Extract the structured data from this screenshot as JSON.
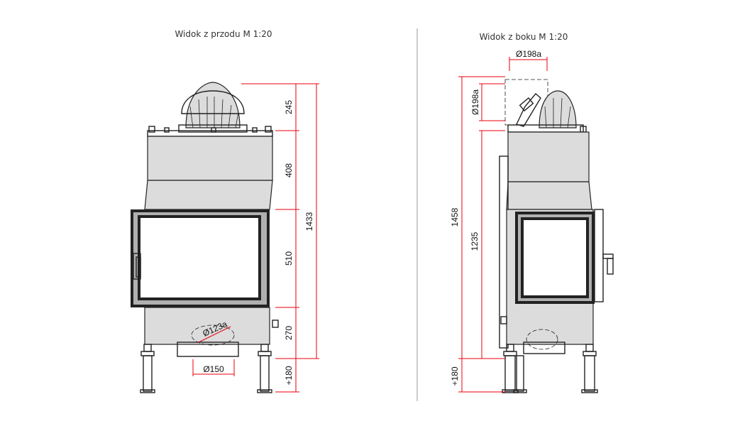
{
  "front_view": {
    "title": "Widok z przodu M 1:20",
    "dims": {
      "d245": "245",
      "d408": "408",
      "d510": "510",
      "d270": "270",
      "d1433": "1433",
      "d180": "+180",
      "phi123": "Ø123a",
      "phi150": "Ø150"
    }
  },
  "side_view": {
    "title": "Widok z boku M 1:20",
    "dims": {
      "phi198_top": "Ø198a",
      "phi198_side": "Ø198a",
      "d1458": "1458",
      "d1235": "1235",
      "d180": "+180"
    }
  },
  "colors": {
    "dimension_line": "#e8000d",
    "outline": "#222222",
    "fill": "#dcdcdc"
  }
}
